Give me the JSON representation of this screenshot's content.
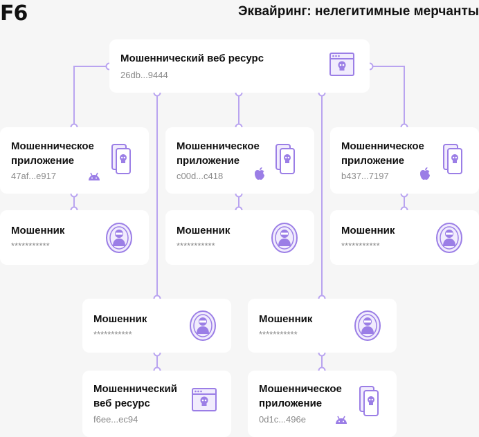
{
  "header": {
    "logo": "F6",
    "title": "Эквайринг: нелегитимные мерчанты"
  },
  "root": {
    "title": "Мошеннический веб ресурс",
    "id": "26db...9444",
    "icon": "malicious-web-icon"
  },
  "apps": [
    {
      "title_line1": "Мошенническое",
      "title_line2": "приложение",
      "id": "47af...e917",
      "platform": "android"
    },
    {
      "title_line1": "Мошенническое",
      "title_line2": "приложение",
      "id": "c00d...c418",
      "platform": "apple"
    },
    {
      "title_line1": "Мошенническое",
      "title_line2": "приложение",
      "id": "b437...7197",
      "platform": "apple"
    }
  ],
  "fraudsters_top": [
    {
      "title": "Мошенник",
      "masked": "***********"
    },
    {
      "title": "Мошенник",
      "masked": "***********"
    },
    {
      "title": "Мошенник",
      "masked": "***********"
    }
  ],
  "fraudsters_bottom": [
    {
      "title": "Мошенник",
      "masked": "***********"
    },
    {
      "title": "Мошенник",
      "masked": "***********"
    }
  ],
  "leaf_web": {
    "title_line1": "Мошеннический",
    "title_line2": "веб ресурс",
    "id": "f6ee...ec94",
    "icon": "malicious-web-icon"
  },
  "leaf_app": {
    "title_line1": "Мошенническое",
    "title_line2": "приложение",
    "id": "0d1c...496e",
    "platform": "android"
  },
  "colors": {
    "accent": "#9b7ee6",
    "line": "#b9a4f0",
    "background": "#f6f6f6"
  }
}
